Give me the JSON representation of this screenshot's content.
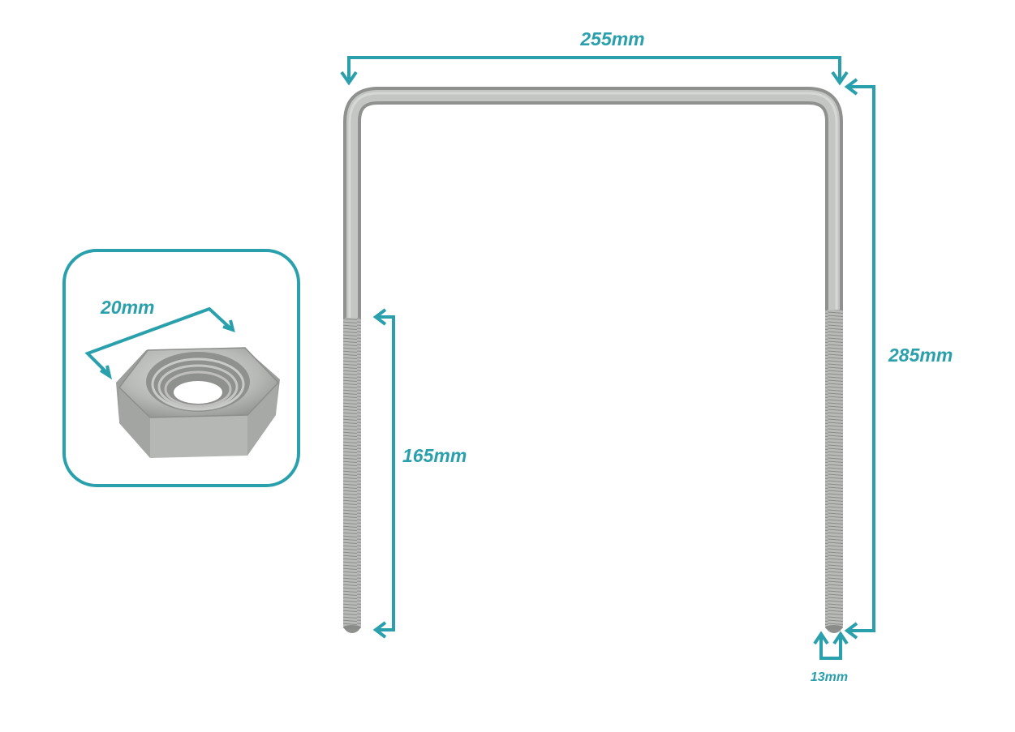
{
  "colors": {
    "accent": "#2aa0ad",
    "metal": "#b3b5b2",
    "metal_dark": "#8f918e"
  },
  "dimensions": {
    "width": "255mm",
    "height": "285mm",
    "thread_length": "165mm",
    "rod_diameter": "13mm",
    "nut_size": "20mm"
  }
}
